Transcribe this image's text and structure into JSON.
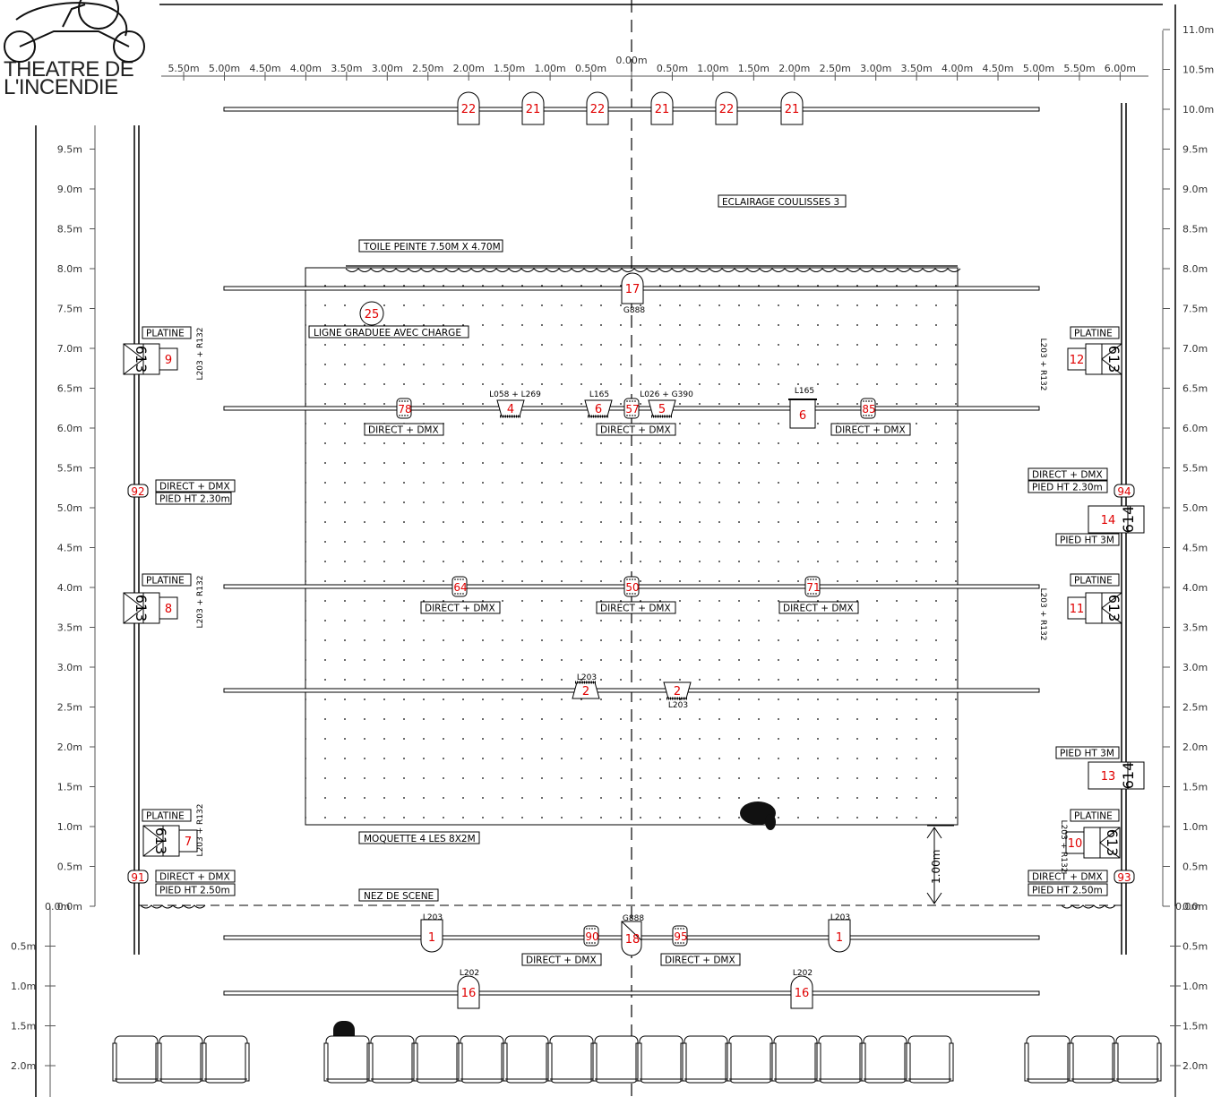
{
  "logo": {
    "line1": "THEATRE DE",
    "line2": "L'INCENDIE"
  },
  "rulers": {
    "top_left": [
      "5.50m",
      "5.00m",
      "4.50m",
      "4.00m",
      "3.50m",
      "3.00m",
      "2.50m",
      "2.00m",
      "1.50m",
      "1.00m",
      "0.50m"
    ],
    "top_center": "0.00m",
    "top_right": [
      "0.50m",
      "1.00m",
      "1.50m",
      "2.00m",
      "2.50m",
      "3.00m",
      "3.50m",
      "4.00m",
      "4.50m",
      "5.00m",
      "5.50m",
      "6.00m"
    ],
    "left_stage": [
      "9.5m",
      "9.0m",
      "8.5m",
      "8.0m",
      "7.5m",
      "7.0m",
      "6.5m",
      "6.0m",
      "5.5m",
      "5.0m",
      "4.5m",
      "4.0m",
      "3.5m",
      "3.0m",
      "2.5m",
      "2.0m",
      "1.5m",
      "1.0m",
      "0.5m",
      "0.0m"
    ],
    "right_stage": [
      "11.0m",
      "10.5m",
      "10.0m",
      "9.5m",
      "9.0m",
      "8.5m",
      "8.0m",
      "7.5m",
      "7.0m",
      "6.5m",
      "6.0m",
      "5.5m",
      "5.0m",
      "4.5m",
      "4.0m",
      "3.5m",
      "3.0m",
      "2.5m",
      "2.0m",
      "1.5m",
      "1.0m",
      "0.5m",
      "0.0m"
    ],
    "hall": [
      "0.5m",
      "1.0m",
      "1.5m",
      "2.0m"
    ]
  },
  "labels": {
    "eclairage": "ECLAIRAGE COULISSES 3",
    "toile": "TOILE PEINTE 7.50M X 4.70M",
    "ligne": "LIGNE GRADUEE AVEC CHARGE",
    "moquette": "MOQUETTE 4 LES 8X2M",
    "nez": "NEZ DE SCENE",
    "direct_dmx": "DIRECT + DMX",
    "platine": "PLATINE",
    "pied_230": "PIED HT 2.30m",
    "pied_250": "PIED HT 2.50m",
    "pied_3m": "PIED HT 3M",
    "gel_pair": "L203 + R132",
    "dimension": "1.00m"
  },
  "gels": {
    "g888": "G888",
    "l058": "L058 + L269",
    "l165": "L165",
    "l026": "L026 + G390",
    "l203": "L203",
    "l202": "L202"
  },
  "projectors": {
    "p22": "22",
    "p21": "21",
    "p17": "17",
    "p25": "25",
    "p78": "78",
    "p4": "4",
    "p6": "6",
    "p57": "57",
    "p5": "5",
    "p85": "85",
    "p9": "9",
    "p12": "12",
    "p92": "92",
    "p94": "94",
    "p14": "14",
    "p8": "8",
    "p11": "11",
    "p64": "64",
    "p50": "50",
    "p71": "71",
    "p2": "2",
    "p13": "13",
    "p7": "7",
    "p10": "10",
    "p91": "91",
    "p93": "93",
    "p1": "1",
    "p90": "90",
    "p18": "18",
    "p95": "95",
    "p16": "16"
  },
  "unit_codes": {
    "u613": "613",
    "u614": "614"
  },
  "colors": {
    "line": "#000000",
    "number": "#e00000"
  }
}
